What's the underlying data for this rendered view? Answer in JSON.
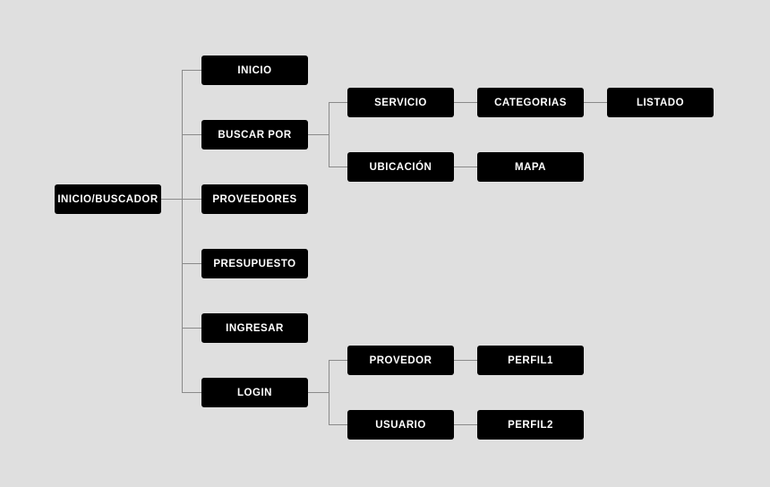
{
  "root": "INICIO/BUSCADOR",
  "level1": [
    "INICIO",
    "BUSCAR POR",
    "PROVEEDORES",
    "PRESUPUESTO",
    "INGRESAR",
    "LOGIN"
  ],
  "buscar_por": {
    "servicio": "SERVICIO",
    "categorias": "CATEGORIAS",
    "listado": "LISTADO",
    "ubicacion": "UBICACIÓN",
    "mapa": "MAPA"
  },
  "login": {
    "provedor": "PROVEDOR",
    "perfil1": "PERFIL1",
    "usuario": "USUARIO",
    "perfil2": "PERFIL2"
  }
}
